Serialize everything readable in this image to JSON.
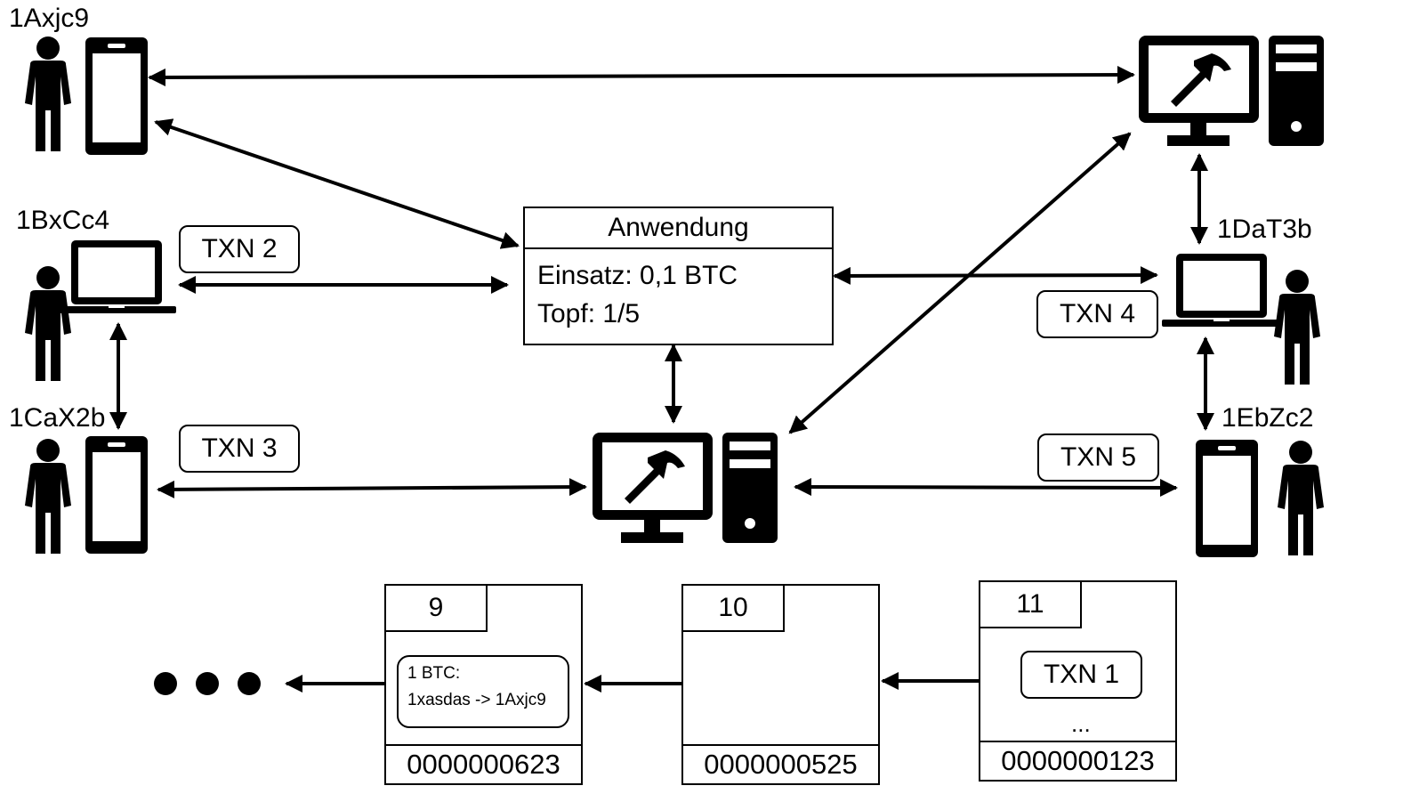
{
  "nodes": {
    "a": {
      "address": "1Axjc9"
    },
    "b": {
      "address": "1BxCc4"
    },
    "c": {
      "address": "1CaX2b"
    },
    "d": {
      "address": "1DaT3b"
    },
    "e": {
      "address": "1EbZc2"
    }
  },
  "transactions": {
    "txn2": "TXN 2",
    "txn3": "TXN 3",
    "txn4": "TXN 4",
    "txn5": "TXN 5"
  },
  "application": {
    "title": "Anwendung",
    "stake": "Einsatz: 0,1 BTC",
    "pot": "Topf: 1/5"
  },
  "blockchain": {
    "blocks": [
      {
        "number": "9",
        "content": [
          "1 BTC:",
          "1xasdas -> 1Axjc9"
        ],
        "hash": "0000000623"
      },
      {
        "number": "10",
        "hash": "0000000525"
      },
      {
        "number": "11",
        "txn": "TXN 1",
        "more": "...",
        "hash": "0000000123"
      }
    ]
  },
  "icons": {
    "person": "person-icon",
    "phone": "smartphone-icon",
    "laptop": "laptop-icon",
    "miner": "mining-computer-icon"
  }
}
